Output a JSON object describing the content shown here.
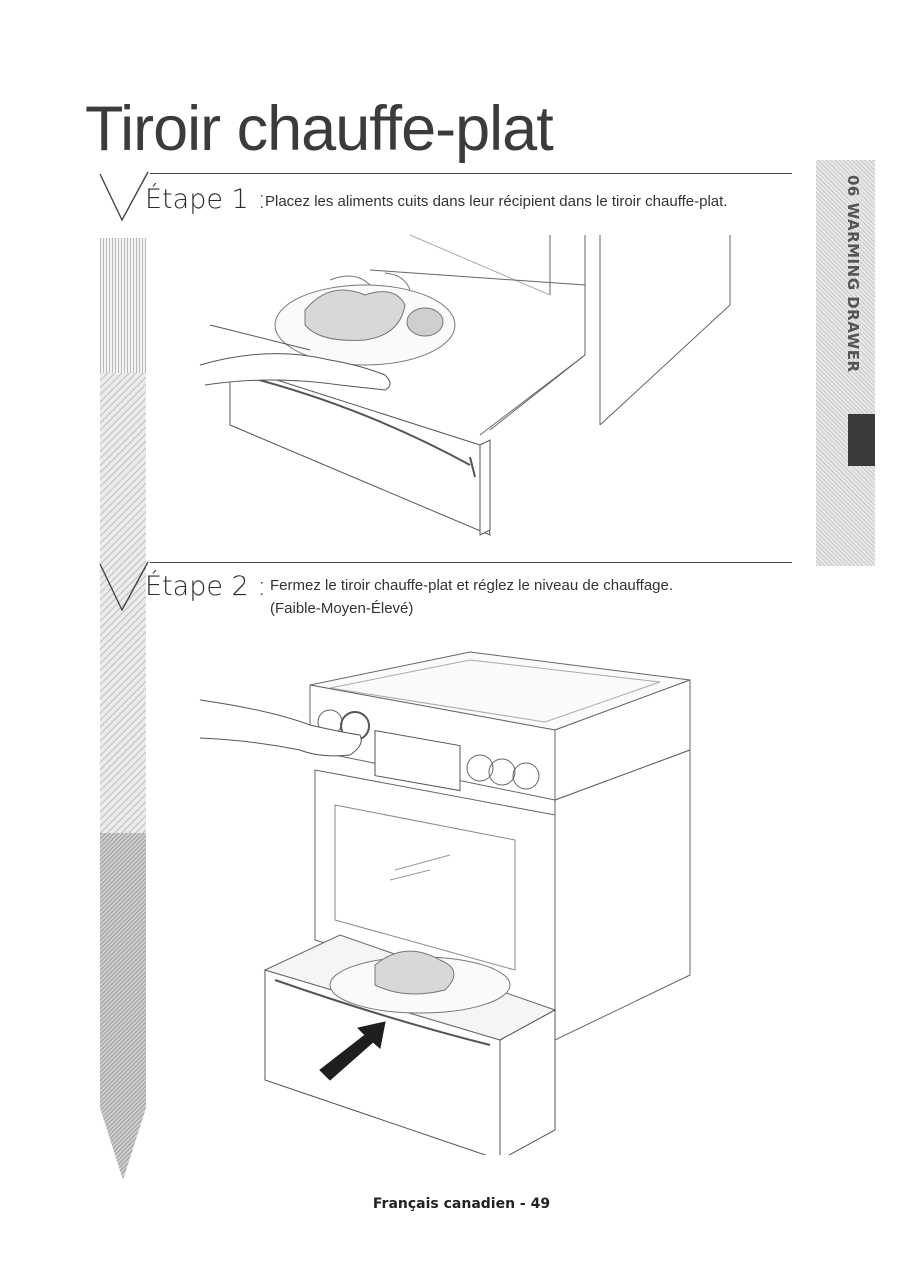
{
  "page": {
    "title": "Tiroir chauffe-plat",
    "footer": "Français canadien - 49"
  },
  "side_tab": {
    "label": "06 WARMING DRAWER"
  },
  "steps": [
    {
      "label": "Étape 1 :",
      "text": "Placez les aliments cuits dans leur récipient dans le tiroir chauffe-plat."
    },
    {
      "label": "Étape 2 :",
      "text_line1": "Fermez le tiroir chauffe-plat et réglez le niveau de chauffage.",
      "text_line2": "(Faible-Moyen-Élevé)"
    }
  ],
  "icons": {
    "check": "check-mark-icon"
  },
  "colors": {
    "text": "#1a1a1a",
    "tab_dark": "#3a3a3a",
    "tab_light": "#e8e8e8"
  }
}
